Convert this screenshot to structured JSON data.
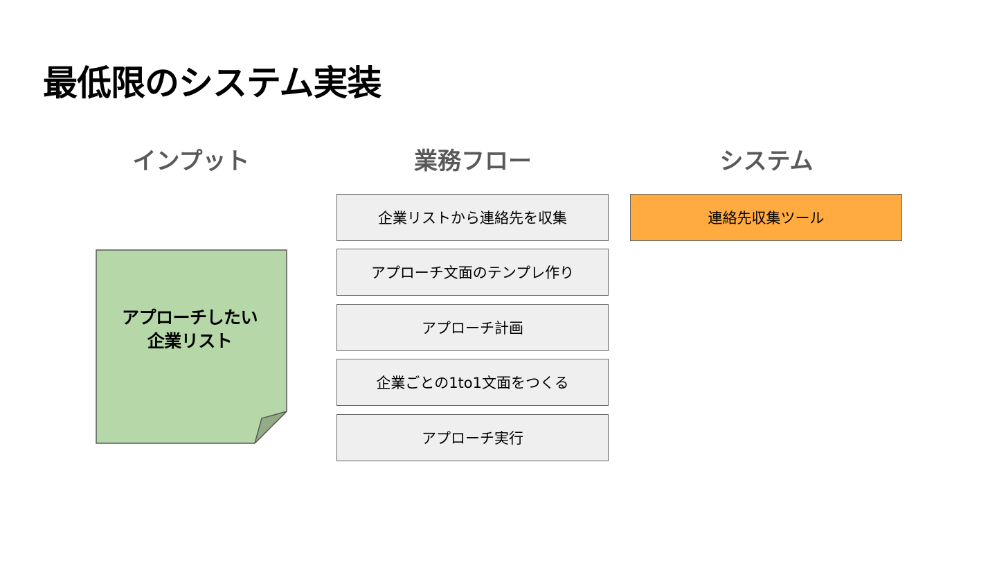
{
  "slide": {
    "title": "最低限のシステム実装"
  },
  "columns": {
    "input": "インプット",
    "flow": "業務フロー",
    "system": "システム"
  },
  "input_note": {
    "line1": "アプローチしたい",
    "line2": "企業リスト",
    "color": "#b6d7a8",
    "fold_color": "#93ac86"
  },
  "flow_steps": [
    "企業リストから連絡先を収集",
    "アプローチ文面のテンプレ作り",
    "アプローチ計画",
    "企業ごとの1to1文面をつくる",
    "アプローチ実行"
  ],
  "system_tools": [
    "連絡先収集ツール"
  ],
  "colors": {
    "box_fill": "#efefef",
    "box_border": "#666666",
    "tool_fill": "#ffab40",
    "header_text": "#595959"
  }
}
